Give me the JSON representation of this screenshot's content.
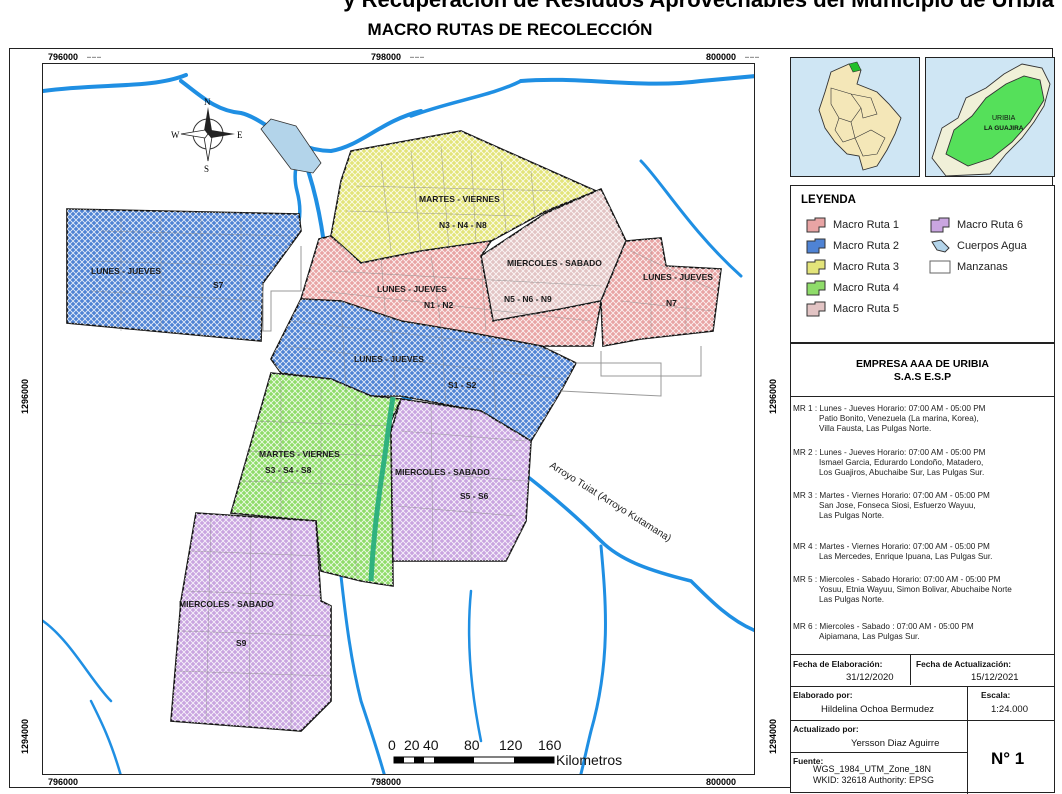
{
  "header_strip_text": "y Recuperación de Residuos Aprovechables del Municipio de Uribia",
  "map_title": "MACRO RUTAS DE RECOLECCIÓN",
  "coordinates": {
    "top": [
      "796000",
      "798000",
      "800000"
    ],
    "bottom": [
      "796000",
      "798000",
      "800000"
    ],
    "left": [
      "1296000",
      "1294000"
    ],
    "right": [
      "1296000",
      "1294000"
    ]
  },
  "compass": {
    "n": "N",
    "s": "S",
    "e": "E",
    "w": "W"
  },
  "routes": [
    {
      "id": "mr1-a",
      "days": "LUNES - JUEVES",
      "sectors": "N1 - N2",
      "color": "#e8a4a4"
    },
    {
      "id": "mr1-b",
      "days": "LUNES - JUEVES",
      "sectors": "N7",
      "color": "#e8a4a4"
    },
    {
      "id": "mr2-a",
      "days": "LUNES - JUEVES",
      "sectors": "S7",
      "color": "#4f83d4"
    },
    {
      "id": "mr2-b",
      "days": "LUNES - JUEVES",
      "sectors": "S1 - S2",
      "color": "#4f83d4"
    },
    {
      "id": "mr3",
      "days": "MARTES - VIERNES",
      "sectors": "N3 - N4 - N8",
      "color": "#e3e47a"
    },
    {
      "id": "mr4",
      "days": "MARTES - VIERNES",
      "sectors": "S3 - S4 - S8",
      "color": "#8fdc6a"
    },
    {
      "id": "mr5",
      "days": "MIERCOLES - SABADO",
      "sectors": "N5 - N6 - N9",
      "color": "#e2c4c4"
    },
    {
      "id": "mr6-a",
      "days": "MIERCOLES - SABADO",
      "sectors": "S5 - S6",
      "color": "#c9a5e0"
    },
    {
      "id": "mr6-b",
      "days": "MIERCOLES - SABADO",
      "sectors": "S9",
      "color": "#c9a5e0"
    }
  ],
  "stream_label": "Arroyo Tuiat (Arroyo Kutamana)",
  "scale_bar": {
    "ticks": [
      "0",
      "20",
      "40",
      "80",
      "120",
      "160"
    ],
    "unit": "Kilometros"
  },
  "inset": {
    "label_municipio": "URIBIA",
    "label_departamento": "LA GUAJIRA"
  },
  "legend": {
    "title": "LEYENDA",
    "items": [
      {
        "label": "Macro Ruta 1",
        "color": "#e8a4a4"
      },
      {
        "label": "Macro Ruta 2",
        "color": "#4f83d4"
      },
      {
        "label": "Macro Ruta 3",
        "color": "#e3e47a"
      },
      {
        "label": "Macro Ruta 4",
        "color": "#8fdc6a"
      },
      {
        "label": "Macro Ruta 5",
        "color": "#e2c4c4"
      },
      {
        "label": "Macro Ruta 6",
        "color": "#c9a5e0"
      },
      {
        "label": "Cuerpos Agua",
        "color": "#b3d4ea"
      },
      {
        "label": "Manzanas",
        "color": "#ffffff"
      }
    ]
  },
  "company": {
    "name_line1": "EMPRESA AAA DE URIBIA",
    "name_line2": "S.A.S E.S.P",
    "schedules": [
      {
        "head": "MR 1 : Lunes - Jueves   Horario: 07:00 AM - 05:00 PM",
        "lines": [
          "Patio Bonito, Venezuela (La marina, Korea),",
          "Villa Fausta, Las Pulgas Norte."
        ]
      },
      {
        "head": "MR 2 : Lunes - Jueves   Horario: 07:00 AM - 05:00 PM",
        "lines": [
          "Ismael Garcia, Edurardo Londoño, Matadero,",
          "Los Guajiros, Abuchaibe Sur, Las Pulgas Sur."
        ]
      },
      {
        "head": "MR 3 : Martes - Viernes   Horario: 07:00 AM - 05:00 PM",
        "lines": [
          "San Jose, Fonseca Siosi, Esfuerzo Wayuu,",
          "Las Pulgas Norte."
        ]
      },
      {
        "head": "MR 4 : Martes - Viernes   Horario: 07:00 AM - 05:00 PM",
        "lines": [
          "Las Mercedes, Enrique Ipuana, Las Pulgas Sur."
        ]
      },
      {
        "head": "MR 5 : Miercoles - Sabado   Horario: 07:00 AM - 05:00 PM",
        "lines": [
          "Yosuu, Etnia Wayuu, Simon Bolivar, Abuchaibe Norte",
          "Las Pulgas Norte."
        ]
      },
      {
        "head": "MR 6 : Miercoles - Sabado : 07:00 AM - 05:00 PM",
        "lines": [
          "Aipiamana, Las Pulgas Sur."
        ]
      }
    ],
    "fecha_elaboracion_label": "Fecha de Elaboración:",
    "fecha_elaboracion": "31/12/2020",
    "fecha_actualizacion_label": "Fecha de Actualización:",
    "fecha_actualizacion": "15/12/2021",
    "elaborado_label": "Elaborado por:",
    "elaborado": "Hildelina Ochoa Bermudez",
    "escala_label": "Escala:",
    "escala": "1:24.000",
    "actualizado_label": "Actualizado por:",
    "actualizado": "Yersson Diaz Aguirre",
    "numero": "N°  1",
    "fuente_label": "Fuente:",
    "fuente_line1": "WGS_1984_UTM_Zone_18N",
    "fuente_line2": "WKID: 32618 Authority: EPSG"
  }
}
